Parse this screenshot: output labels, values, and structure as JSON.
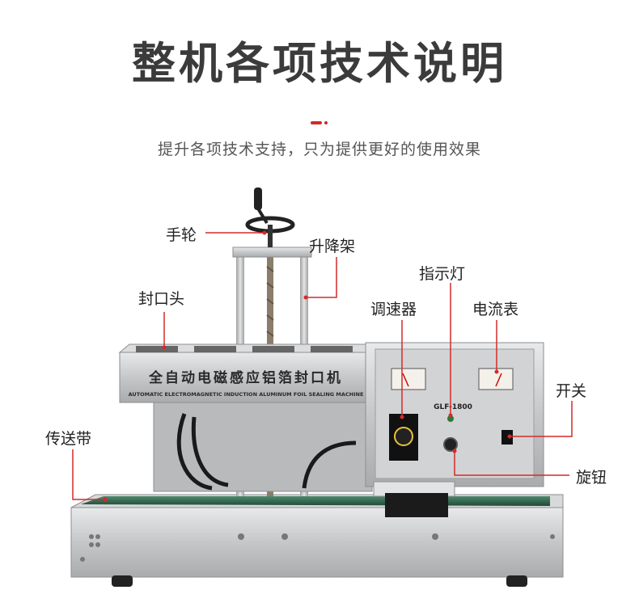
{
  "header": {
    "title": "整机各项技术说明",
    "subtitle": "提升各项技术支持，只为提供更好的使用效果"
  },
  "machine": {
    "nameplate_cn": "全自动电磁感应铝箔封口机",
    "nameplate_en": "AUTOMATIC ELECTROMAGNETIC INDUCTION ALUMINUM FOIL SEALING MACHINE",
    "model": "GLF-1800"
  },
  "callouts": {
    "handwheel": "手轮",
    "lift_frame": "升降架",
    "sealing_head": "封口头",
    "indicator_light": "指示灯",
    "speed_control": "调速器",
    "ammeter": "电流表",
    "power_switch": "开关",
    "conveyor": "传送带",
    "knob": "旋钮"
  },
  "colors": {
    "accent": "#d42a2a",
    "callout_line": "#d42a2a",
    "steel": "#c9cbcd",
    "belt": "#2f6a4e"
  }
}
